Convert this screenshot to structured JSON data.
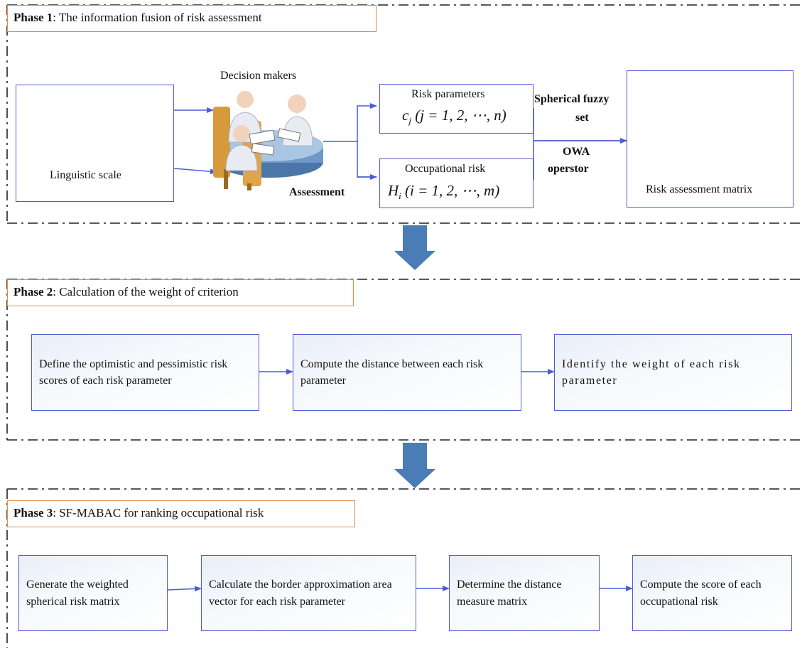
{
  "phase1": {
    "label_bold": "Phase 1",
    "label_rest": ": The information fusion of risk assessment",
    "linguistic_scale": "Linguistic scale",
    "decision_makers": "Decision makers",
    "assessment": "Assessment",
    "risk_parameters": "Risk parameters",
    "risk_parameters_formula_var": "c",
    "risk_parameters_formula_sub": "j",
    "risk_parameters_formula_body": "(j = 1, 2, ⋯, n)",
    "occupational_risk": "Occupational risk",
    "occupational_risk_formula_var": "H",
    "occupational_risk_formula_sub": "i",
    "occupational_risk_formula_body": "(i = 1, 2, ⋯, m)",
    "spherical_fuzzy_line1": "Spherical fuzzy",
    "spherical_fuzzy_line2": "set",
    "owa_line1": "OWA",
    "owa_line2": "operstor",
    "risk_assessment_matrix": "Risk assessment matrix"
  },
  "phase2": {
    "label_bold": "Phase 2",
    "label_rest": ": Calculation of the weight of criterion",
    "steps": [
      "Define the optimistic and pessimistic risk scores of each risk parameter",
      "Compute the distance between each risk parameter",
      "Identify the weight of each risk parameter"
    ]
  },
  "phase3": {
    "label_bold": "Phase 3",
    "label_rest": ": SF-MABAC for ranking occupational risk",
    "steps": [
      "Generate the weighted spherical risk matrix",
      "Calculate the border approximation area vector for each risk parameter",
      "Determine the distance measure matrix",
      "Compute the score of each occupational risk"
    ]
  },
  "colors": {
    "box_border": "#4d5bd6",
    "phase_border": "#e08a4a",
    "big_arrow": "#4a7cb5",
    "connector": "#4d5bd6"
  }
}
